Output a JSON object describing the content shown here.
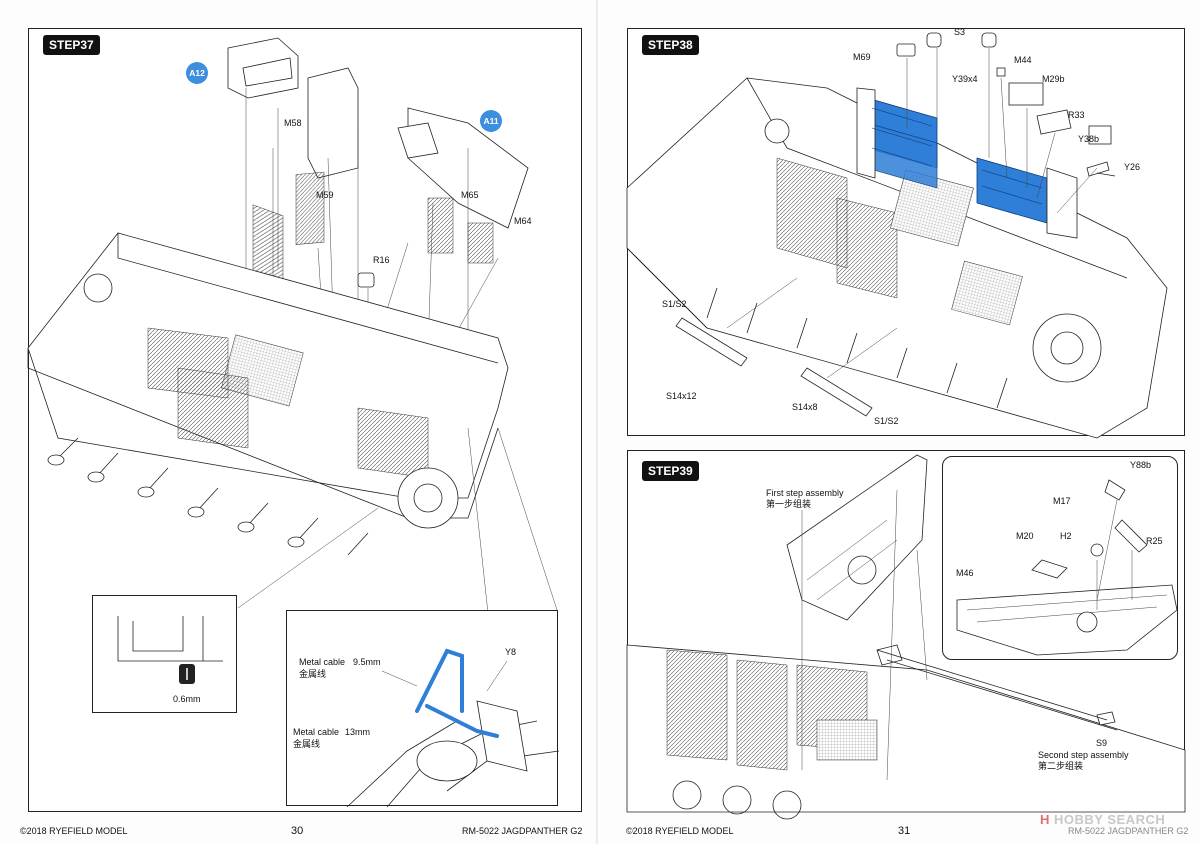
{
  "left_page": {
    "step_title": "STEP37",
    "badges": [
      "A12",
      "A11"
    ],
    "parts": [
      "M58",
      "M59",
      "M65",
      "M64",
      "R16",
      "Y8"
    ],
    "inset_detail": {
      "dimension": "0.6mm"
    },
    "callouts": [
      {
        "en": "Metal cable",
        "cn": "金属线",
        "size": "9.5mm"
      },
      {
        "en": "Metal cable",
        "cn": "金属线",
        "size": "13mm"
      }
    ],
    "footer": {
      "copyright": "©2018 RYEFIELD MODEL",
      "page_number": "30",
      "model": "RM-5022 JAGDPANTHER G2"
    }
  },
  "right_page": {
    "step38": {
      "step_title": "STEP38",
      "parts": [
        "M69",
        "S3",
        "M44",
        "Y39x4",
        "M29b",
        "R33",
        "Y38b",
        "Y26",
        "S1/S2",
        "S14x12",
        "S14x8",
        "S1/S2"
      ]
    },
    "step39": {
      "step_title": "STEP39",
      "first_step_en": "First step assembly",
      "first_step_cn": "第一步组装",
      "second_step_en": "Second step assembly",
      "second_step_cn": "第二步组装",
      "parts": [
        "Y88b",
        "M17",
        "M20",
        "H2",
        "R25",
        "M46",
        "S9"
      ]
    },
    "footer": {
      "copyright": "©2018 RYEFIELD MODEL",
      "page_number": "31",
      "model": "RM-5022 JAGDPANTHER G2"
    }
  },
  "watermark": {
    "prefix": "H",
    "text": "HOBBY SEARCH"
  },
  "colors": {
    "accent_blue": "#2f7ed8",
    "step_tag_bg": "#111111",
    "badge_blue": "#3d8ede"
  }
}
